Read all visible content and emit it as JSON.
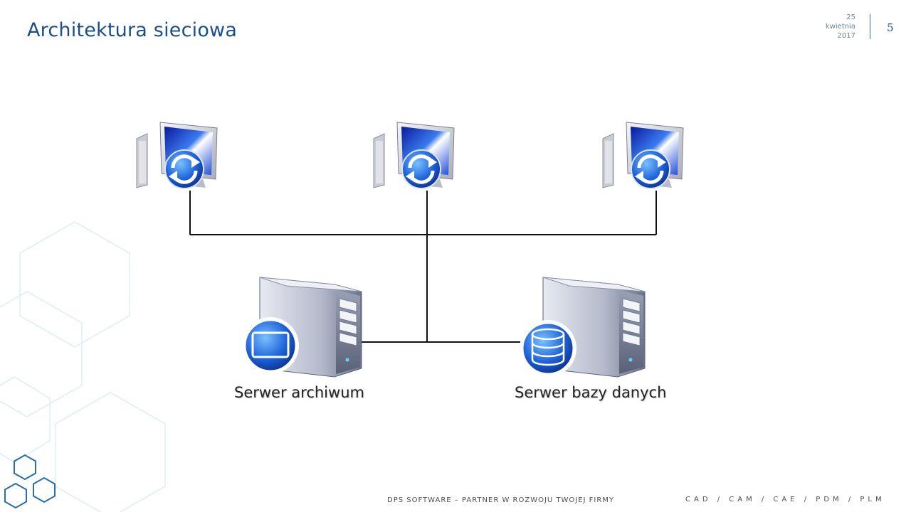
{
  "header": {
    "title": "Architektura sieciowa",
    "date_day": "25",
    "date_month": "kwietnia",
    "date_year": "2017",
    "page_number": "5"
  },
  "diagram": {
    "nodes": [
      {
        "id": "workstation-1",
        "icon": "workstation-sync-icon"
      },
      {
        "id": "workstation-2",
        "icon": "workstation-sync-icon"
      },
      {
        "id": "workstation-3",
        "icon": "workstation-sync-icon"
      },
      {
        "id": "archive-server",
        "icon": "server-monitor-icon",
        "label": "Serwer archiwum"
      },
      {
        "id": "database-server",
        "icon": "server-database-icon",
        "label": "Serwer bazy danych"
      }
    ],
    "edges": [
      [
        "workstation-1",
        "bus"
      ],
      [
        "workstation-2",
        "bus"
      ],
      [
        "workstation-3",
        "bus"
      ],
      [
        "bus",
        "archive-server"
      ],
      [
        "bus",
        "database-server"
      ]
    ]
  },
  "footer": {
    "tagline": "DPS SOFTWARE – PARTNER W ROZWOJU TWOJEJ FIRMY",
    "products": "CAD / CAM / CAE / PDM / PLM"
  },
  "colors": {
    "accent": "#1a4f8a",
    "hex_pattern": "#d9ecf3",
    "logo_hex": "#2a6ea8"
  }
}
